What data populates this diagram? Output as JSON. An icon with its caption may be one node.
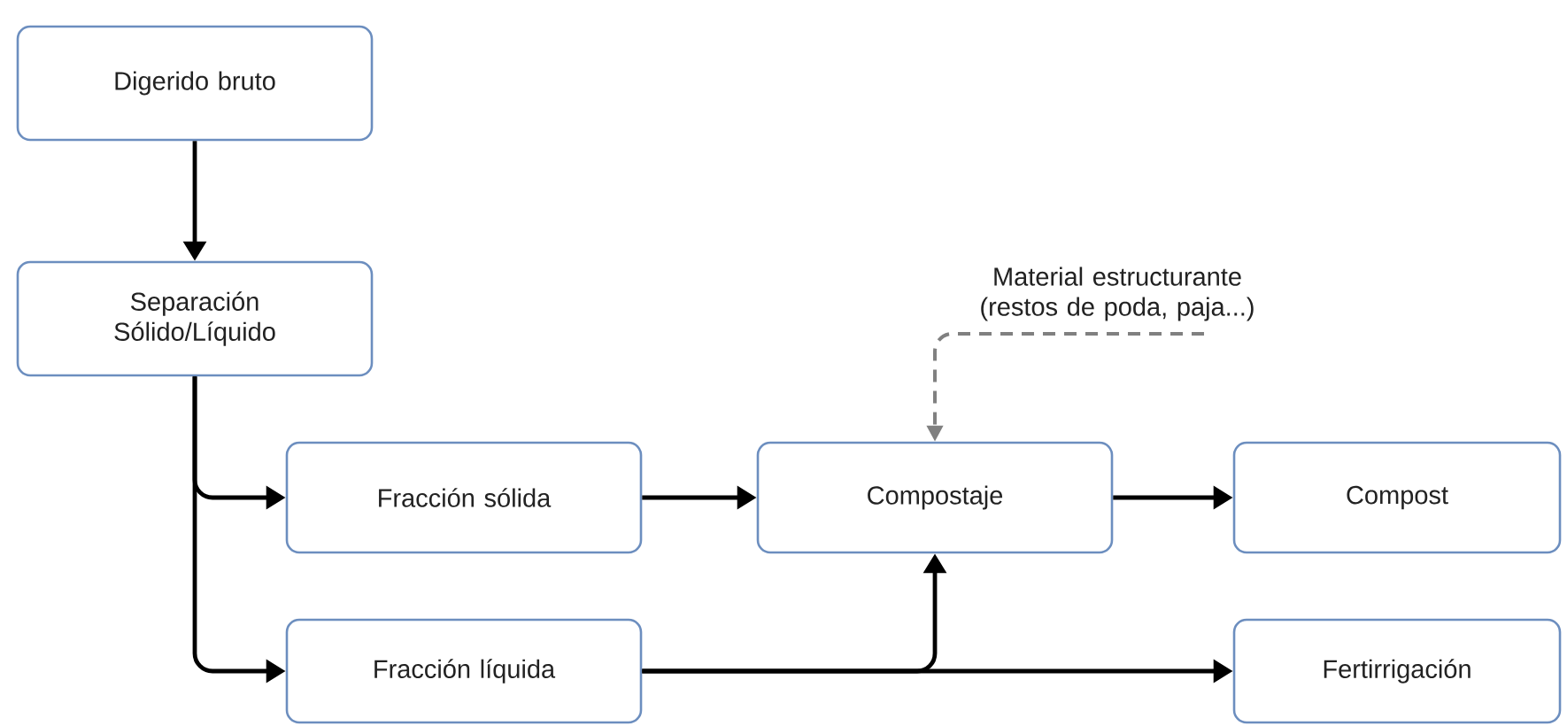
{
  "diagram": {
    "nodes": [
      {
        "text": [
          "Digerido bruto"
        ]
      },
      {
        "text": [
          "Separación Sólido/Líquido"
        ]
      },
      {
        "text": [
          "Fracción sólida"
        ]
      },
      {
        "text": [
          "Fracción líquida"
        ]
      },
      {
        "text": [
          "Material estructurante (restos de poda, paja...)"
        ]
      },
      {
        "text": [
          "Compostaje"
        ]
      },
      {
        "text": [
          "Compost"
        ]
      },
      {
        "text": [
          "Fertirrigación"
        ]
      }
    ],
    "edges": [
      {
        "from": 0,
        "to": 1,
        "arrow": "to"
      },
      {
        "from": 1,
        "to": 2,
        "arrow": "to"
      },
      {
        "from": 1,
        "to": 3,
        "arrow": "to"
      },
      {
        "from": 2,
        "to": 5,
        "arrow": "to"
      },
      {
        "from": 4,
        "to": 5,
        "arrow": "to",
        "style": "dashed",
        "color": "#808080"
      },
      {
        "from": 5,
        "to": 6,
        "arrow": "to"
      },
      {
        "from": 3,
        "to": 5,
        "arrow": "to"
      },
      {
        "from": 3,
        "to": 7,
        "arrow": "to"
      }
    ]
  }
}
